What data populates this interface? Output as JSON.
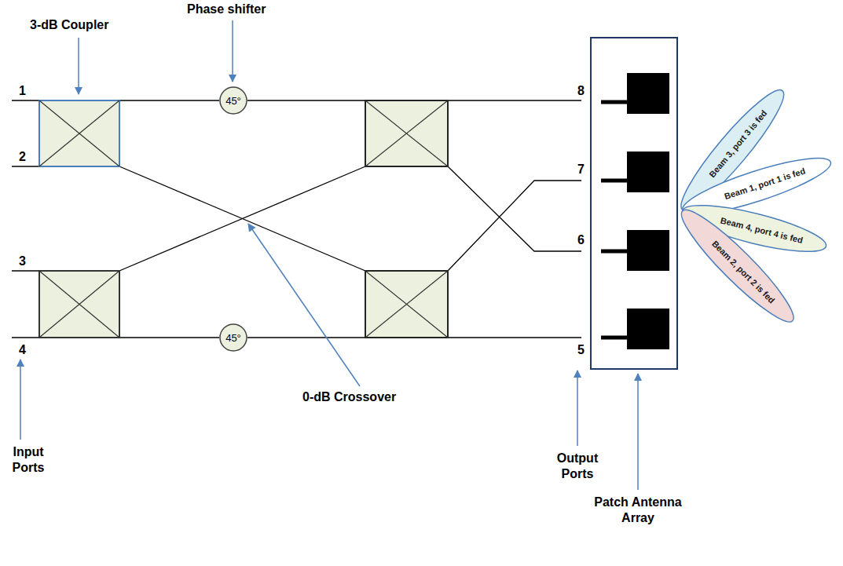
{
  "diagram": {
    "nodes": [
      {
        "text": [
          "45°"
        ]
      },
      {
        "text": [
          "45°"
        ]
      },
      {
        "text": [
          "Beam 3, port 3 is fed"
        ]
      },
      {
        "text": [
          "Beam 1, port 1 is fed"
        ]
      },
      {
        "text": [
          "Beam 4, port 4 is fed"
        ]
      },
      {
        "text": [
          "Beam 2, port 2 is fed"
        ]
      }
    ],
    "labels": [
      "3-dB Coupler",
      "Phase shifter",
      "1",
      "2",
      "3",
      "4",
      "8",
      "7",
      "6",
      "5",
      "0-dB Crossover",
      "Input Ports",
      "Output Ports",
      "Patch Antenna Array"
    ]
  }
}
